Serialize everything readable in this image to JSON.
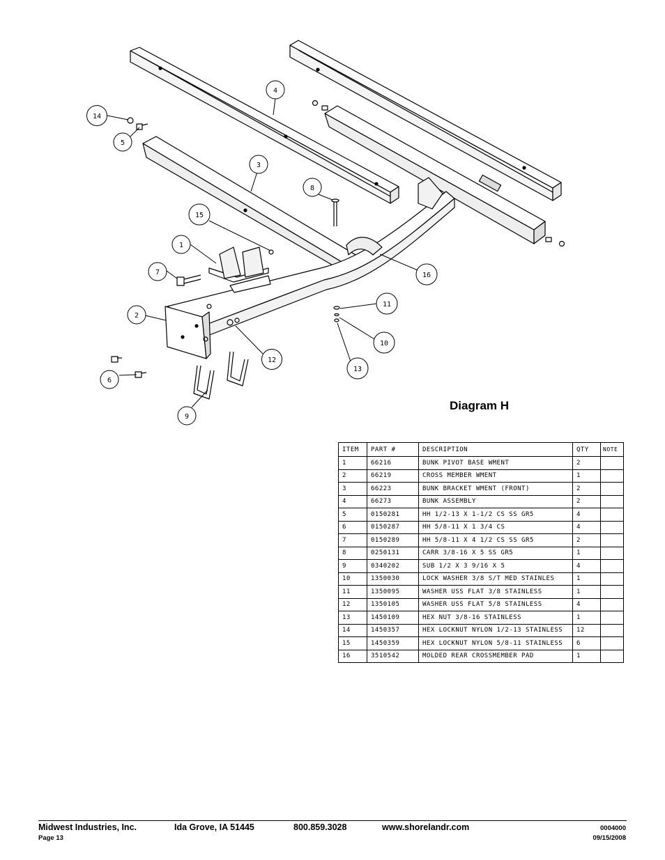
{
  "diagram": {
    "title": "Diagram H",
    "callouts": [
      "14",
      "5",
      "4",
      "3",
      "8",
      "15",
      "1",
      "7",
      "2",
      "16",
      "11",
      "10",
      "12",
      "13",
      "6",
      "9"
    ]
  },
  "table": {
    "headers": [
      "ITEM",
      "PART #",
      "DESCRIPTION",
      "QTY",
      "NOTE"
    ],
    "rows": [
      {
        "item": "1",
        "part": "66216",
        "desc": "BUNK PIVOT BASE WMENT",
        "qty": "2",
        "note": ""
      },
      {
        "item": "2",
        "part": "66219",
        "desc": "CROSS MEMBER WMENT",
        "qty": "1",
        "note": ""
      },
      {
        "item": "3",
        "part": "66223",
        "desc": "BUNK BRACKET WMENT (FRONT)",
        "qty": "2",
        "note": ""
      },
      {
        "item": "4",
        "part": "66273",
        "desc": "BUNK ASSEMBLY",
        "qty": "2",
        "note": ""
      },
      {
        "item": "5",
        "part": "0150281",
        "desc": "HH 1/2-13 X 1-1/2 CS SS GR5",
        "qty": "4",
        "note": ""
      },
      {
        "item": "6",
        "part": "0150287",
        "desc": "HH 5/8-11 X 1 3/4 CS",
        "qty": "4",
        "note": ""
      },
      {
        "item": "7",
        "part": "0150289",
        "desc": "HH 5/8-11 X 4 1/2 CS SS GR5",
        "qty": "2",
        "note": ""
      },
      {
        "item": "8",
        "part": "0250131",
        "desc": "CARR 3/8-16 X 5 SS GR5",
        "qty": "1",
        "note": ""
      },
      {
        "item": "9",
        "part": "0340202",
        "desc": "SUB 1/2 X 3 9/16 X 5",
        "qty": "4",
        "note": ""
      },
      {
        "item": "10",
        "part": "1350030",
        "desc": "LOCK WASHER 3/8 S/T MED STAINLES",
        "qty": "1",
        "note": ""
      },
      {
        "item": "11",
        "part": "1350095",
        "desc": "WASHER USS FLAT 3/8 STAINLESS",
        "qty": "1",
        "note": ""
      },
      {
        "item": "12",
        "part": "1350105",
        "desc": "WASHER USS FLAT 5/8 STAINLESS",
        "qty": "4",
        "note": ""
      },
      {
        "item": "13",
        "part": "1450109",
        "desc": "HEX NUT 3/8-16 STAINLESS",
        "qty": "1",
        "note": ""
      },
      {
        "item": "14",
        "part": "1450357",
        "desc": "HEX LOCKNUT NYLON 1/2-13 STAINLESS",
        "qty": "12",
        "note": ""
      },
      {
        "item": "15",
        "part": "1450359",
        "desc": "HEX LOCKNUT NYLON 5/8-11 STAINLESS",
        "qty": "6",
        "note": ""
      },
      {
        "item": "16",
        "part": "3510542",
        "desc": "MOLDED REAR CROSSMEMBER PAD",
        "qty": "1",
        "note": ""
      }
    ]
  },
  "footer": {
    "company": "Midwest Industries, Inc.",
    "location": "Ida Grove, IA  51445",
    "phone": "800.859.3028",
    "website": "www.shorelandr.com",
    "page": "Page 13",
    "doc_number": "0004000",
    "date": "09/15/2008"
  }
}
